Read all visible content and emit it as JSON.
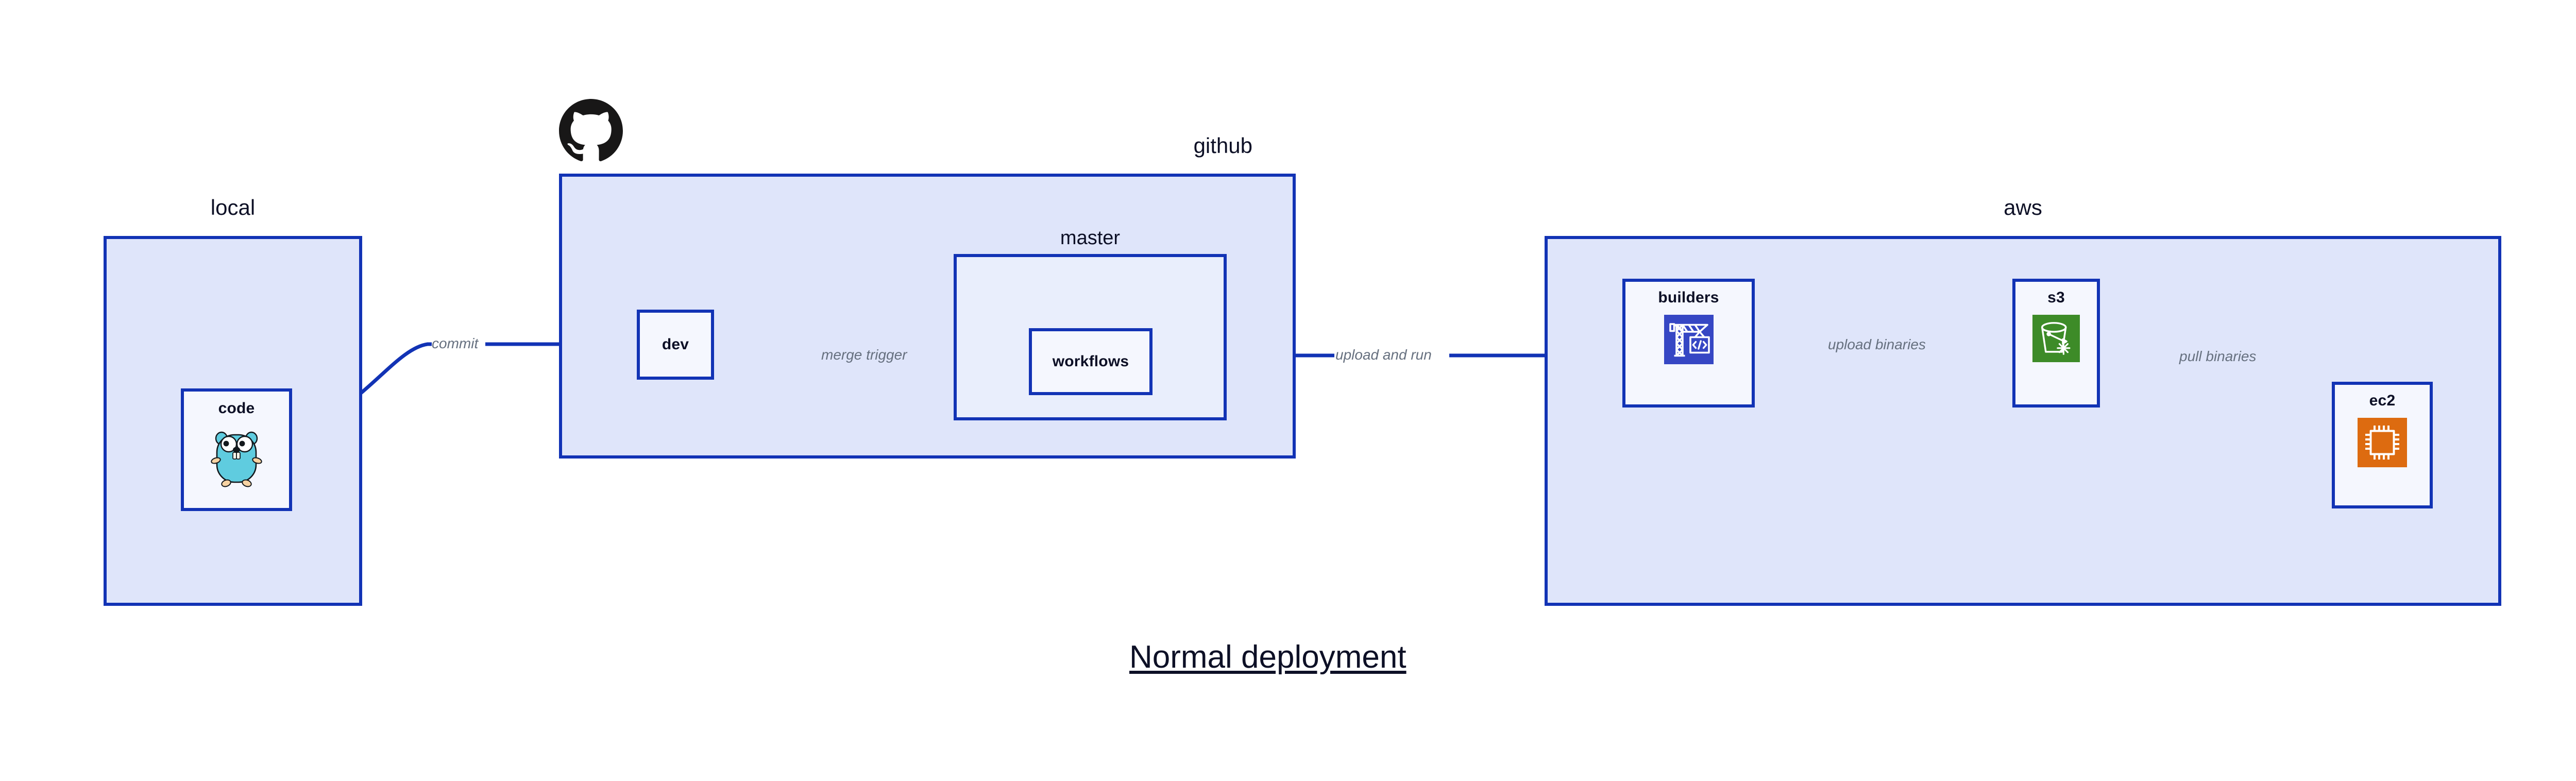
{
  "figure": {
    "title": "Normal deployment",
    "background": "#ffffff",
    "accent_border": "#1233b5",
    "zone_fill": "#dfe5fa",
    "subzone_fill": "#e9eefc",
    "node_fill": "#f5f7fe",
    "text_color": "#0d1026",
    "edge_label_color": "#66707f"
  },
  "zones": {
    "local": {
      "caption": "local",
      "nodes": {
        "code": {
          "label": "code",
          "icon": "golang-gopher-icon"
        }
      }
    },
    "github": {
      "caption": "github",
      "brand_icon": "github-octocat-icon",
      "brand_icon_color": "#181717",
      "nodes": {
        "dev": {
          "label": "dev"
        }
      },
      "subzones": {
        "master": {
          "caption": "master",
          "nodes": {
            "workflows": {
              "label": "workflows"
            }
          }
        }
      }
    },
    "aws": {
      "caption": "aws",
      "nodes": {
        "builders": {
          "label": "builders",
          "icon": "aws-codebuild-crane-icon",
          "icon_color": "#3647c4"
        },
        "s3": {
          "label": "s3",
          "icon": "aws-s3-bucket-icon",
          "icon_color": "#3d8b28"
        },
        "ec2": {
          "label": "ec2",
          "icon": "aws-ec2-chip-icon",
          "icon_color": "#dd6b10"
        }
      }
    }
  },
  "edges": [
    {
      "id": "code-to-dev",
      "label": "commit",
      "from": "code",
      "to": "dev",
      "style": "curved"
    },
    {
      "id": "dev-to-workflows",
      "label": "merge trigger",
      "from": "dev",
      "to": "workflows",
      "style": "straight"
    },
    {
      "id": "workflows-to-builders",
      "label": "upload and run",
      "from": "workflows",
      "to": "builders",
      "style": "straight"
    },
    {
      "id": "builders-to-s3",
      "label": "upload binaries",
      "from": "builders",
      "to": "s3",
      "style": "straight"
    },
    {
      "id": "s3-to-ec2",
      "label": "pull binaries",
      "from": "s3",
      "to": "ec2",
      "style": "curved"
    }
  ]
}
